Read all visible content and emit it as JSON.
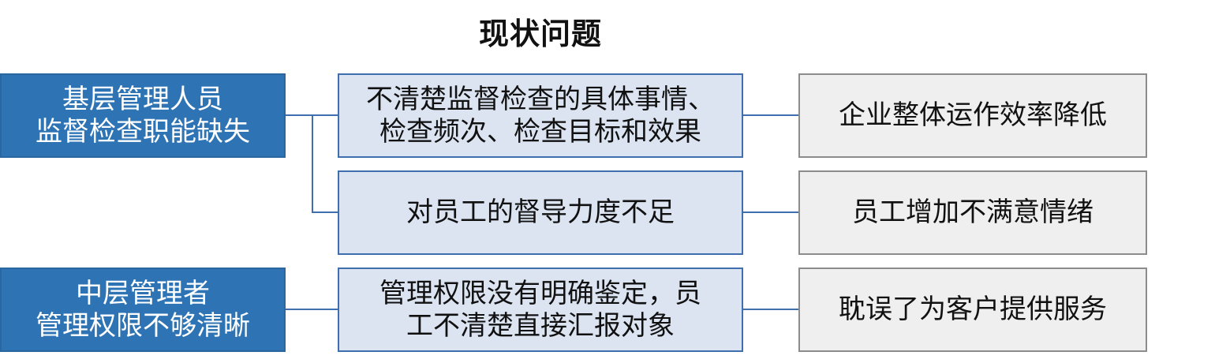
{
  "title": "现状问题",
  "rows": [
    {
      "cause_lines": [
        "基层管理人员",
        "监督检查职能缺失"
      ],
      "problems": [
        {
          "problem_lines": [
            "不清楚监督检查的具体事情、",
            "检查频次、检查目标和效果"
          ],
          "effect_lines": [
            "企业整体运作效率降低"
          ]
        },
        {
          "problem_lines": [
            "对员工的督导力度不足"
          ],
          "effect_lines": [
            "员工增加不满意情绪"
          ]
        }
      ]
    },
    {
      "cause_lines": [
        "中层管理者",
        "管理权限不够清晰"
      ],
      "problems": [
        {
          "problem_lines": [
            "管理权限没有明确鉴定，员",
            "工不清楚直接汇报对象"
          ],
          "effect_lines": [
            "耽误了为客户提供服务"
          ]
        }
      ]
    }
  ]
}
